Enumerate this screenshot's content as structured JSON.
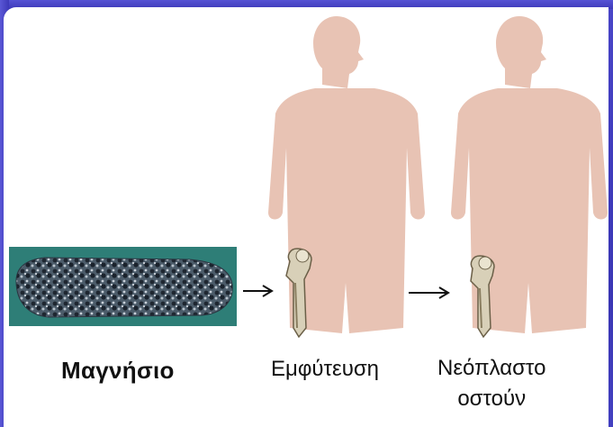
{
  "labels": {
    "magnesium": "Μαγνήσιο",
    "implant": "Εμφύτευση",
    "new_bone_line1": "Νεόπλαστο",
    "new_bone_line2": "οστούν"
  },
  "colors": {
    "background": "#3f3bbd",
    "silhouette": "#e8c3b4",
    "sample_backdrop": "#2e7e77",
    "bone": "#c9c2a8"
  }
}
